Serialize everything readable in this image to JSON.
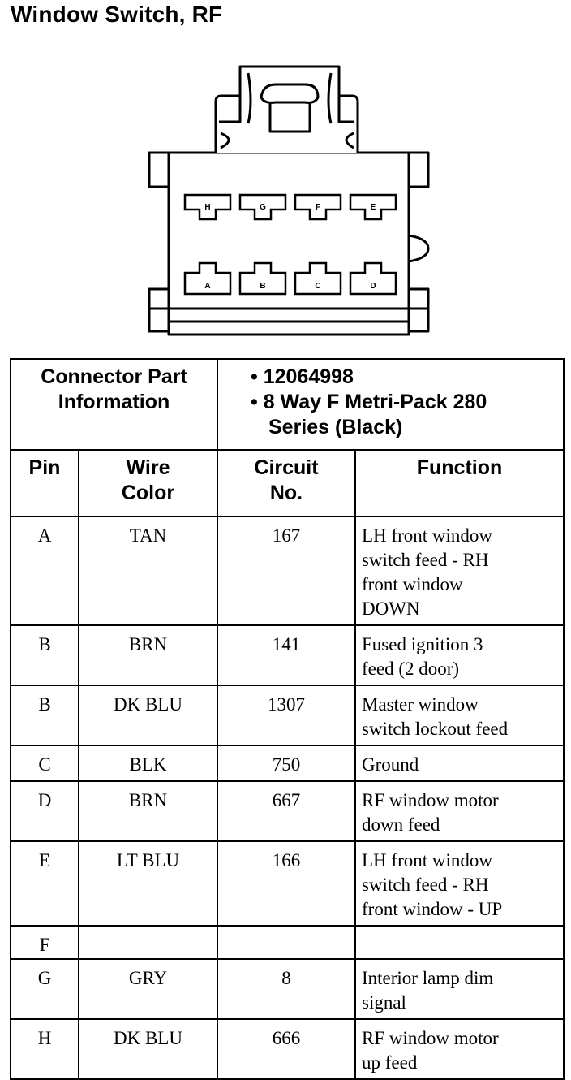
{
  "title": "Window Switch, RF",
  "connector": {
    "pins_top": [
      "H",
      "G",
      "F",
      "E"
    ],
    "pins_bottom": [
      "A",
      "B",
      "C",
      "D"
    ]
  },
  "info": {
    "label_line1": "Connector Part",
    "label_line2": "Information",
    "bullet": "•",
    "part_number": "12064998",
    "description_line1": "8 Way F Metri-Pack 280",
    "description_line2": "Series (Black)"
  },
  "columns": {
    "pin": "Pin",
    "wire_color_line1": "Wire",
    "wire_color_line2": "Color",
    "circuit_line1": "Circuit",
    "circuit_line2": "No.",
    "function": "Function"
  },
  "rows": [
    {
      "pin": "A",
      "color": "TAN",
      "circuit": "167",
      "function": [
        "LH front window",
        "switch feed - RH",
        "front window",
        "DOWN"
      ]
    },
    {
      "pin": "B",
      "color": "BRN",
      "circuit": "141",
      "function": [
        "Fused ignition 3",
        "feed (2 door)"
      ]
    },
    {
      "pin": "B",
      "color": "DK BLU",
      "circuit": "1307",
      "function": [
        "Master window",
        "switch lockout feed"
      ]
    },
    {
      "pin": "C",
      "color": "BLK",
      "circuit": "750",
      "function": [
        "Ground"
      ]
    },
    {
      "pin": "D",
      "color": "BRN",
      "circuit": "667",
      "function": [
        "RF window motor",
        "down feed"
      ]
    },
    {
      "pin": "E",
      "color": "LT BLU",
      "circuit": "166",
      "function": [
        "LH front window",
        "switch feed - RH",
        "front window - UP"
      ]
    },
    {
      "pin": "F",
      "color": "",
      "circuit": "",
      "function": []
    },
    {
      "pin": "G",
      "color": "GRY",
      "circuit": "8",
      "function": [
        "Interior lamp dim",
        "signal"
      ]
    },
    {
      "pin": "H",
      "color": "DK BLU",
      "circuit": "666",
      "function": [
        "RF window motor",
        "up feed"
      ]
    }
  ]
}
